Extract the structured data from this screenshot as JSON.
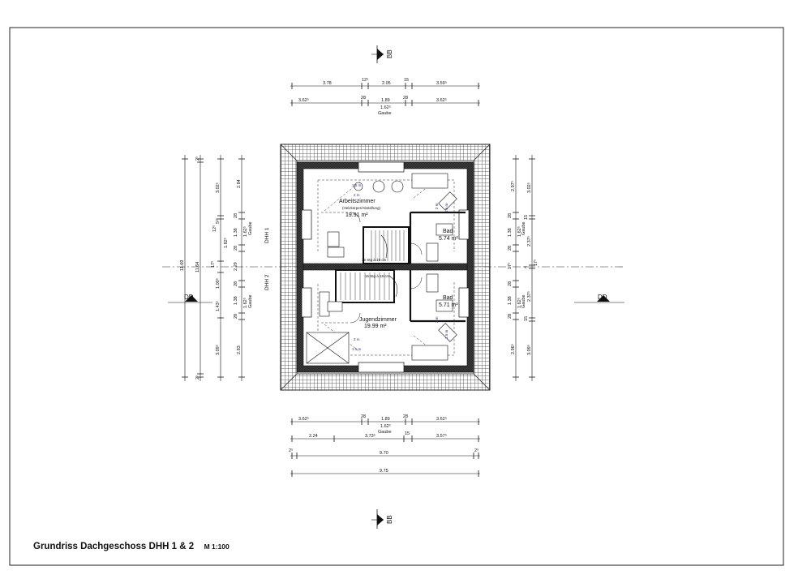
{
  "title": {
    "main": "Grundriss Dachgeschoss DHH 1 & 2",
    "scale": "M 1:100"
  },
  "sections": {
    "bb": "BB",
    "dd": "DD"
  },
  "units": {
    "dhh1": "DHH 1",
    "dhh2": "DHH 2"
  },
  "rooms": {
    "arbeitszimmer": {
      "name": "Arbeitszimmer",
      "note": "(Heizkörper/Abstellung)",
      "area": "19.91 m²"
    },
    "jugendzimmer": {
      "name": "Jugendzimmer",
      "area": "19.99 m²"
    },
    "bad1": {
      "name": "Bad",
      "area": "5.74 m²"
    },
    "bad2": {
      "name": "Bad",
      "area": "5.71 m²"
    }
  },
  "stairs": {
    "upper": "15 Stg à 19 cm",
    "lower": "15 Stg à 19 cm"
  },
  "annotations": {
    "m15a": "1.5 m",
    "m2a": "2 m",
    "m15b": "1.5 m",
    "m2b": "2 m",
    "m15c": "1.5 m",
    "m2c": "2 m",
    "m15d": "1.5 m",
    "m2d": "2 m"
  },
  "dims_top": {
    "row1": [
      "3.78",
      "12⁵",
      "2.05",
      "15",
      "3.59⁵"
    ],
    "row2": [
      "3.62⁵",
      "28",
      "1.89",
      "28",
      "3.62⁵"
    ],
    "row2_sub": "1.62⁵",
    "row2_sub2": "Gaube"
  },
  "dims_bottom": {
    "row1": [
      "3.62⁵",
      "28",
      "1.89",
      "28",
      "3.62⁵"
    ],
    "row1_sub": "1.62⁵",
    "row1_sub2": "Gaube",
    "row2": [
      "2.24",
      "3.73⁵",
      "15",
      "3.57⁵"
    ],
    "row3": [
      "2⁵",
      "9.70",
      "2⁵"
    ],
    "row4": [
      "9.75"
    ]
  },
  "dims_left": {
    "total": "11.69",
    "col1": [
      "2⁵",
      "11.64",
      "2⁵"
    ],
    "col2": [
      "3.02⁵",
      "12⁵",
      "5²⁵",
      "1.00⁵",
      "1.43⁵",
      "3.09⁵"
    ],
    "col2b": [
      "12⁵",
      "17⁵",
      "12⁵"
    ],
    "col3": [
      "2.84",
      "28",
      "1.38",
      "28",
      "2.29",
      "28",
      "1.38",
      "28",
      "2.83"
    ],
    "col3b": [
      "1.62⁵",
      "Gaube",
      "1.82⁵",
      "1.62⁵",
      "Gaube"
    ]
  },
  "dims_right": {
    "col1": [
      "2.97⁵",
      "28",
      "1.38",
      "28",
      "17⁵",
      "28",
      "1.38",
      "28",
      "2.96⁵"
    ],
    "col1b": [
      "1.62⁵",
      "Gaube",
      "1.62⁵",
      "Gaube"
    ],
    "col2": [
      "3.02⁵",
      "15",
      "2.37⁵",
      "4",
      "2.37⁵",
      "15",
      "3.09⁵"
    ],
    "col2b": [
      "12⁵",
      "17⁵"
    ]
  }
}
